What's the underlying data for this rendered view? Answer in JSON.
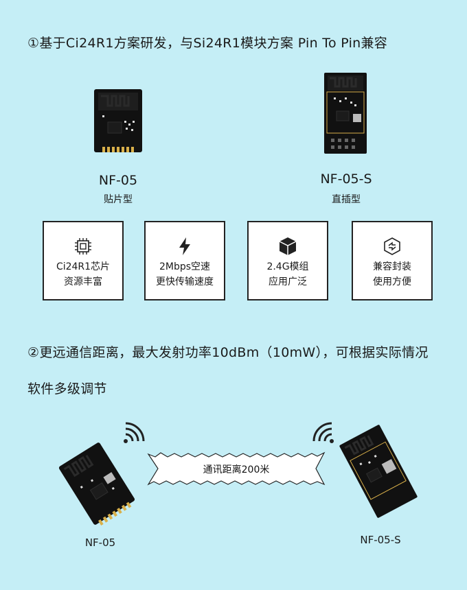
{
  "section1": {
    "heading": "①基于Ci24R1方案研发，与Si24R1模块方案 Pin To Pin兼容"
  },
  "modules": [
    {
      "name": "NF-05",
      "type": "贴片型"
    },
    {
      "name": "NF-05-S",
      "type": "直插型"
    }
  ],
  "features": [
    {
      "icon": "chip-icon",
      "line1": "Ci24R1芯片",
      "line2": "资源丰富"
    },
    {
      "icon": "lightning-icon",
      "line1": "2Mbps空速",
      "line2": "更快传输速度"
    },
    {
      "icon": "cube-icon",
      "line1": "2.4G模组",
      "line2": "应用广泛"
    },
    {
      "icon": "package-icon",
      "line1": "兼容封装",
      "line2": "使用方便"
    }
  ],
  "section2": {
    "heading_line1": "②更远通信距离，最大发射功率10dBm（10mW），可根据实际情况",
    "heading_line2": "软件多级调节"
  },
  "range_banner": {
    "text": "通讯距离200米"
  },
  "bottom_labels": {
    "left": "NF-05",
    "right": "NF-05-S"
  },
  "colors": {
    "background": "#c5eef6",
    "card_border": "#222222",
    "module_board": "#111111",
    "gold_pins": "#d9b04a"
  }
}
